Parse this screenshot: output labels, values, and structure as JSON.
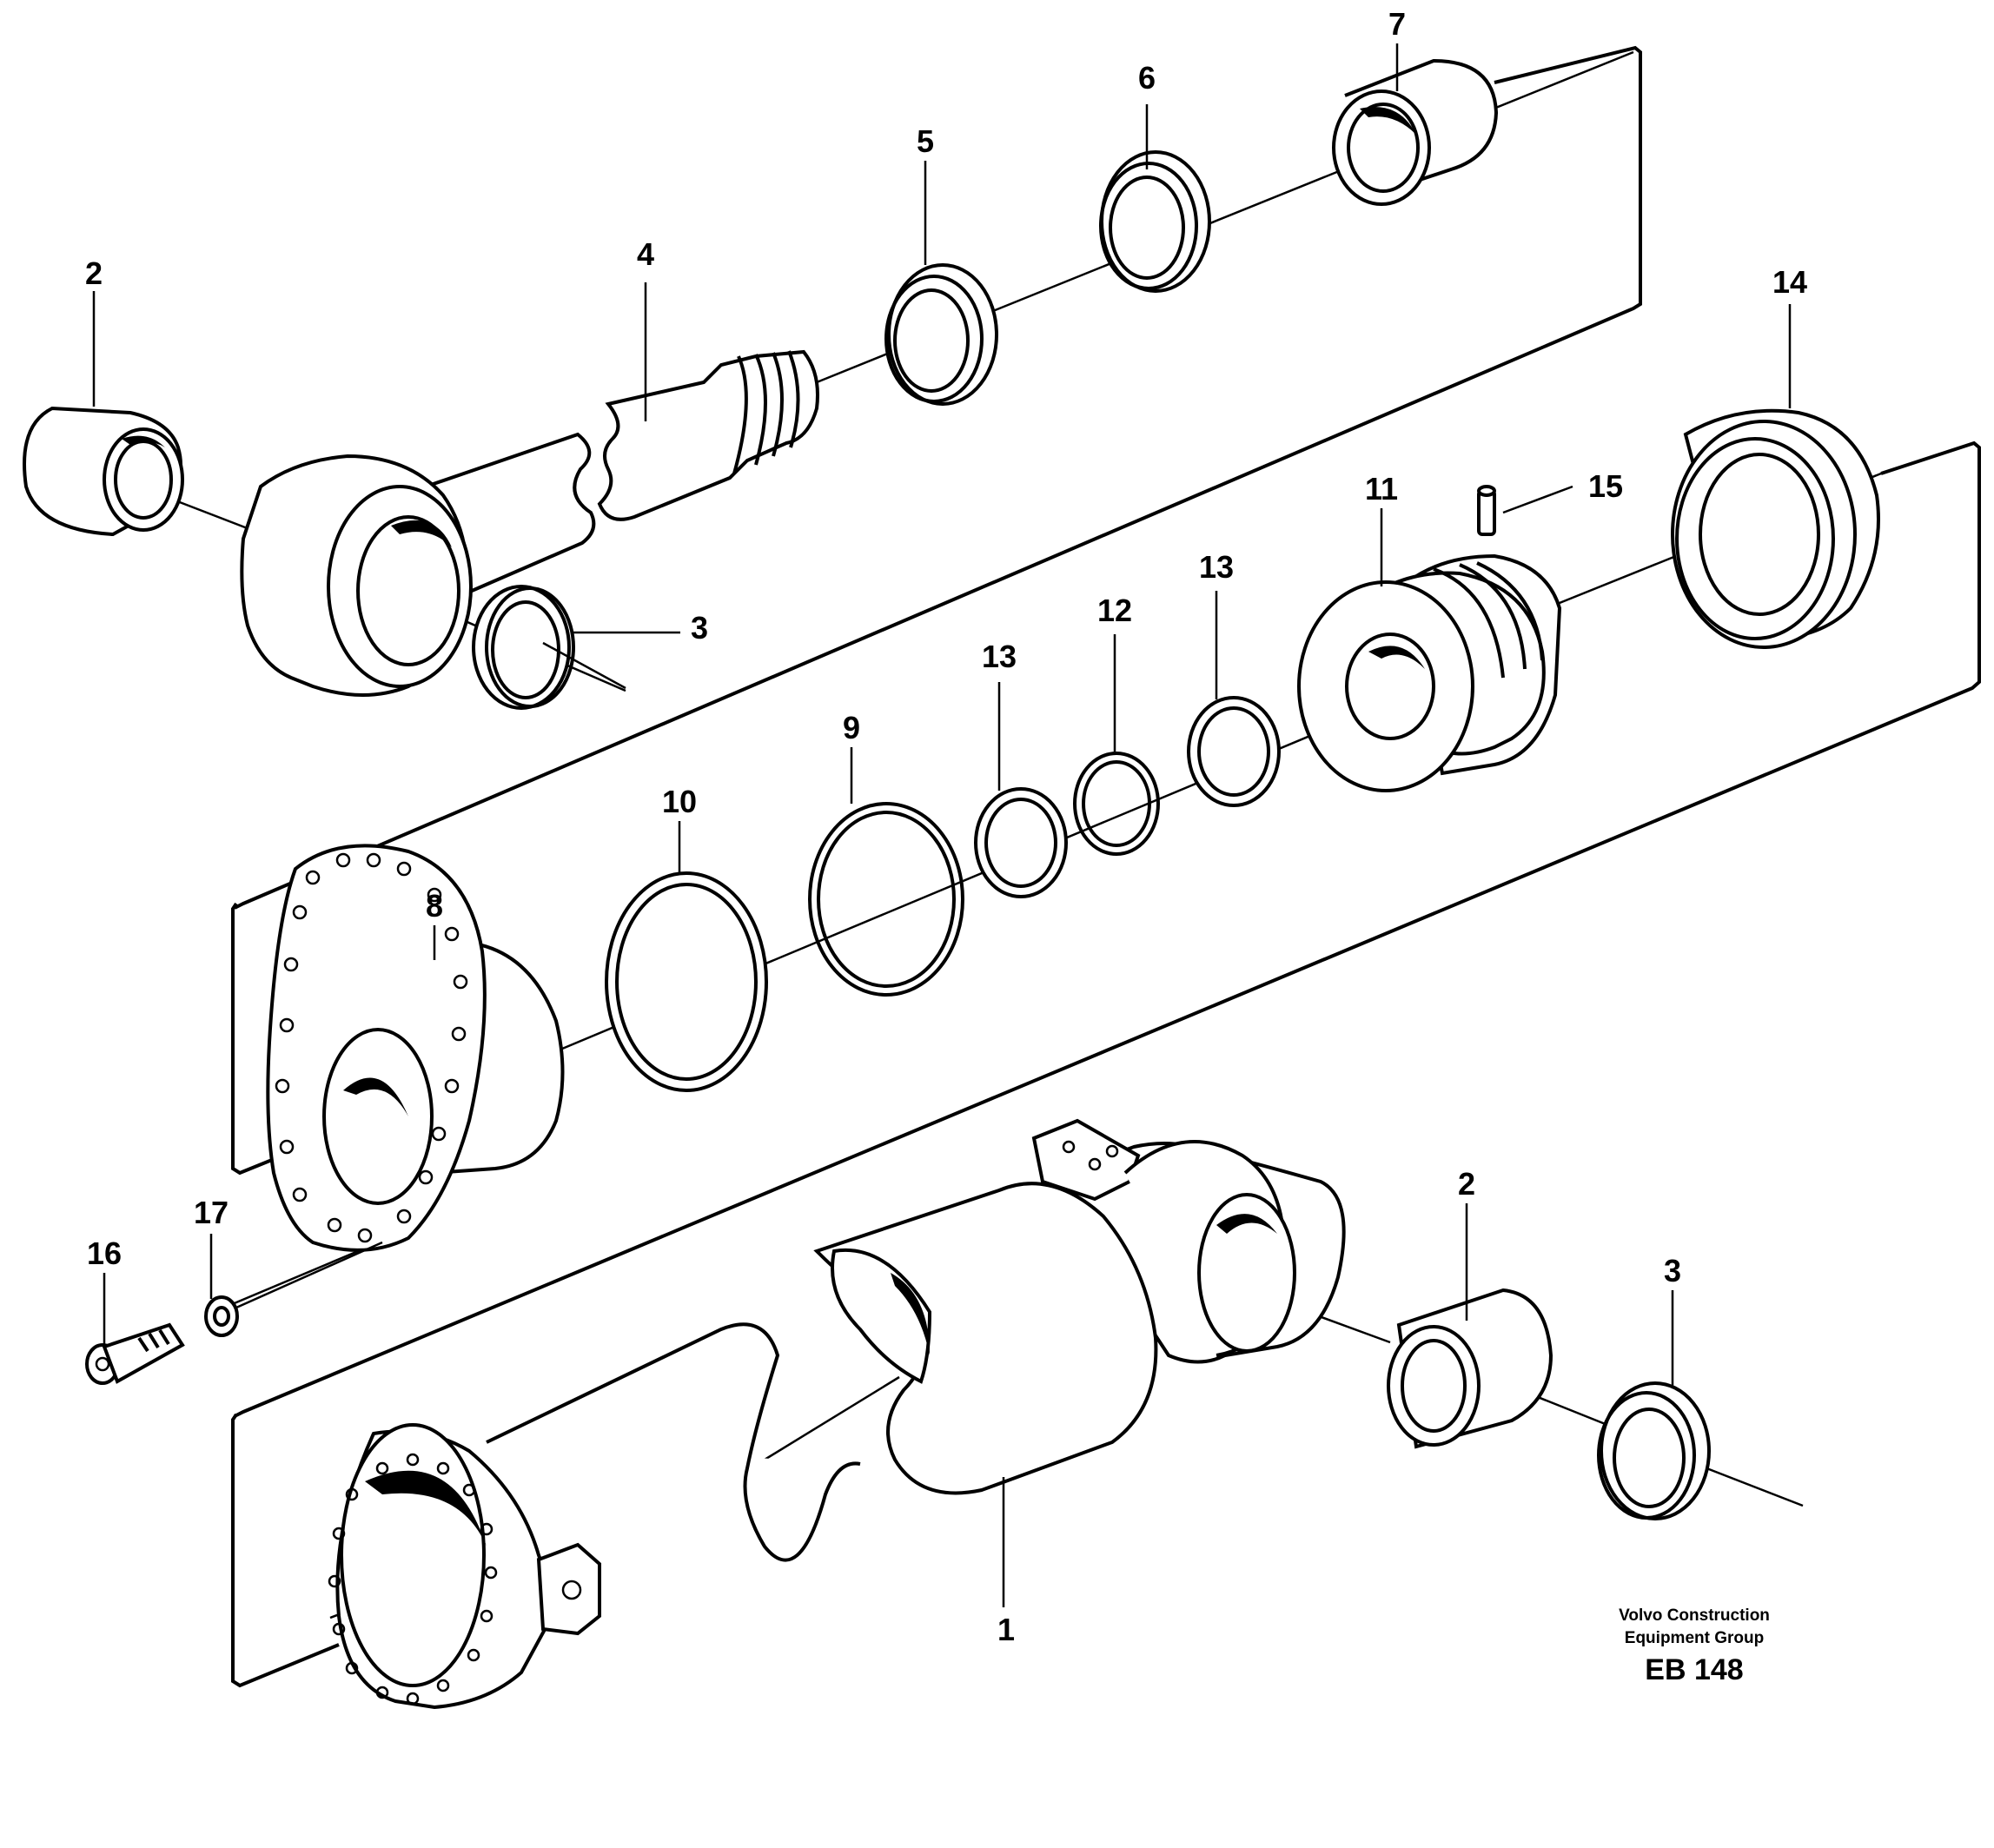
{
  "diagram": {
    "part_labels": [
      {
        "id": "1",
        "text": "1"
      },
      {
        "id": "2a",
        "text": "2"
      },
      {
        "id": "2b",
        "text": "2"
      },
      {
        "id": "3a",
        "text": "3"
      },
      {
        "id": "3b",
        "text": "3"
      },
      {
        "id": "4",
        "text": "4"
      },
      {
        "id": "5",
        "text": "5"
      },
      {
        "id": "6",
        "text": "6"
      },
      {
        "id": "7",
        "text": "7"
      },
      {
        "id": "8",
        "text": "8"
      },
      {
        "id": "9",
        "text": "9"
      },
      {
        "id": "10",
        "text": "10"
      },
      {
        "id": "11",
        "text": "11"
      },
      {
        "id": "12",
        "text": "12"
      },
      {
        "id": "13a",
        "text": "13"
      },
      {
        "id": "13b",
        "text": "13"
      },
      {
        "id": "14",
        "text": "14"
      },
      {
        "id": "15",
        "text": "15"
      },
      {
        "id": "16",
        "text": "16"
      },
      {
        "id": "17",
        "text": "17"
      }
    ]
  },
  "footer": {
    "company_line1": "Volvo Construction",
    "company_line2": "Equipment Group",
    "figure_code": "EB 148"
  }
}
